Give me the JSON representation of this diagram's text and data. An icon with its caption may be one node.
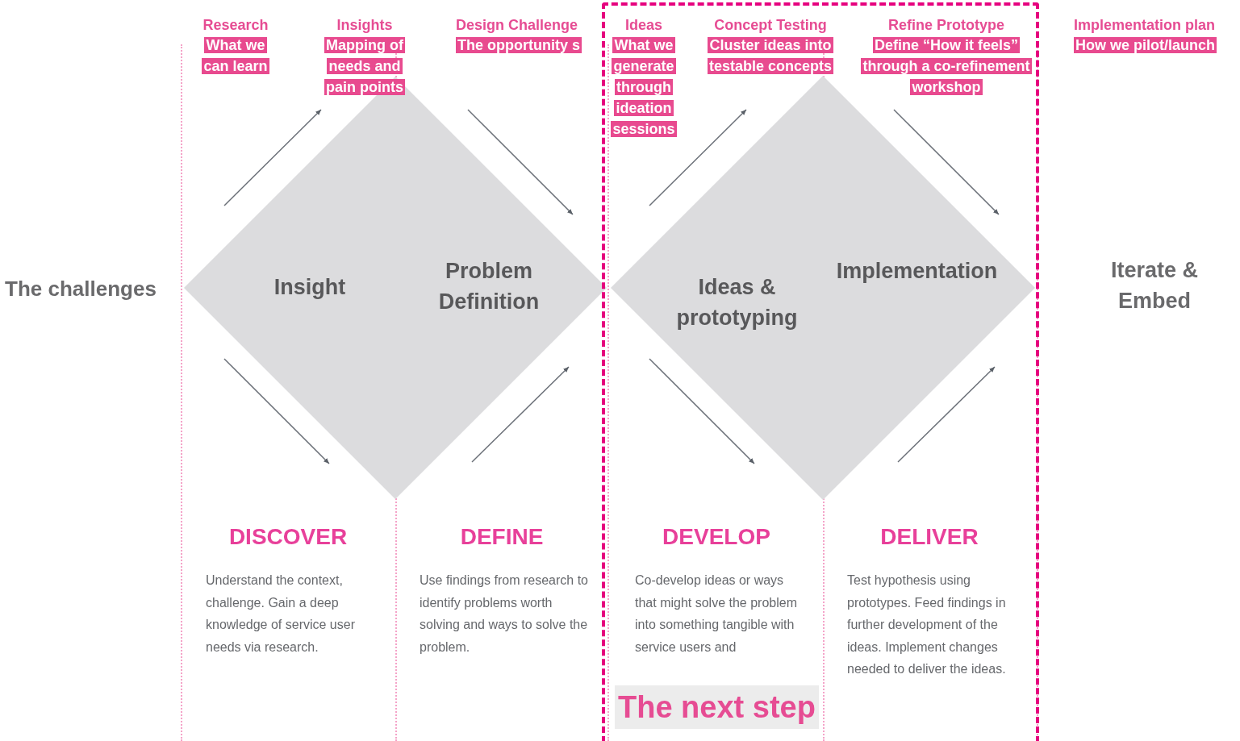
{
  "diagram": {
    "nodes": [
      {
        "text": [
          "Insight",
          "Problem Definition"
        ]
      },
      {
        "text": [
          "Ideas & prototyping",
          "Implementation"
        ]
      },
      {
        "text": [
          "The next step"
        ]
      }
    ],
    "labels": [
      "Research",
      "What we can learn",
      "Insights",
      "Mapping of needs and pain points",
      "Design Challenge",
      "The opportunity s",
      "Ideas",
      "What we generate through ideation sessions",
      "Concept Testing",
      "Cluster ideas into testable concepts",
      "Refine Prototype",
      "Define “How it feels” through a co-refinement workshop",
      "Implementation plan",
      "How we pilot/launch",
      "The challenges",
      "Iterate & Embed",
      "DISCOVER",
      "Understand the context, challenge. Gain a deep knowledge of service user needs via research.",
      "DEFINE",
      "Use findings from research to identify problems worth solving and ways to solve the problem.",
      "DEVELOP",
      "Co-develop ideas or ways that might solve the problem into something tangible with service users and",
      "DELIVER",
      "Test hypothesis using prototypes. Feed findings in further development of the ideas. Implement changes needed to deliver the ideas."
    ]
  }
}
